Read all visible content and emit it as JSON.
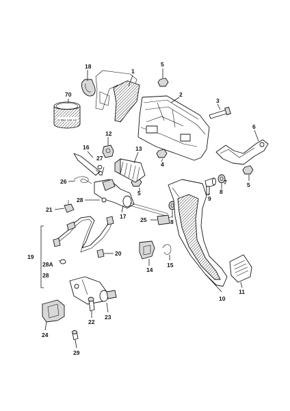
{
  "diagram": {
    "callouts": {
      "p1": "1",
      "p2": "2",
      "p3": "3",
      "p4": "4",
      "p5a": "5",
      "p5b": "5",
      "p5c": "5",
      "p6": "6",
      "p7": "7",
      "p8a": "8",
      "p8b": "8",
      "p9": "9",
      "p10": "10",
      "p11": "11",
      "p12": "12",
      "p13": "13",
      "p14": "14",
      "p15": "15",
      "p16": "16",
      "p17": "17",
      "p18": "18",
      "p19": "19",
      "p20": "20",
      "p21": "21",
      "p22": "22",
      "p23": "23",
      "p24": "24",
      "p25": "25",
      "p26": "26",
      "p27": "27",
      "p28a": "28",
      "p28b": "28",
      "p28A": "28A",
      "p29": "29",
      "p70": "70"
    },
    "stamp_text": "G 052 142 A2"
  }
}
